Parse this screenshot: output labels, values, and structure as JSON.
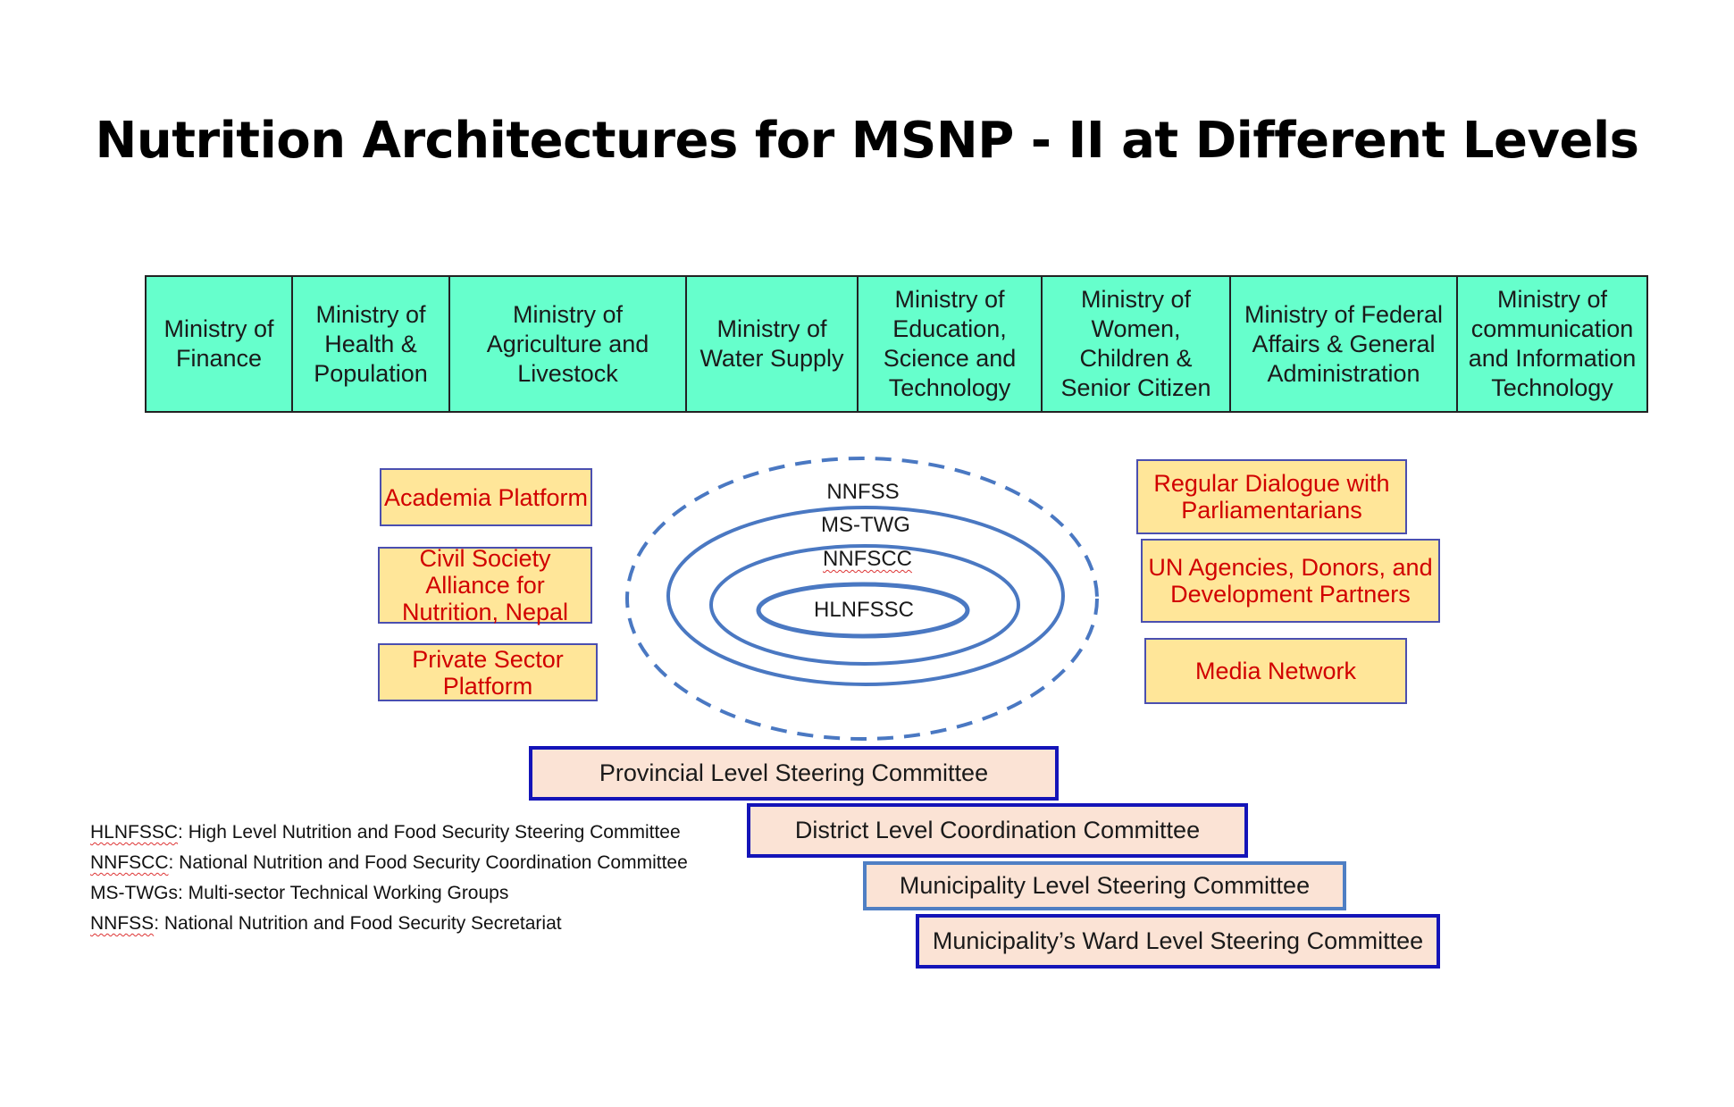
{
  "title": "Nutrition Architectures for MSNP - II at Different Levels",
  "ministries": [
    "Ministry of Finance",
    "Ministry of Health & Population",
    "Ministry of Agriculture and Livestock",
    "Ministry of Water Supply",
    "Ministry of Education, Science and Technology",
    "Ministry of Women, Children & Senior Citizen",
    "Ministry of Federal Affairs & General Administration",
    "Ministry of communication and Information Technology"
  ],
  "colors": {
    "ministry_fill": "#66ffcc",
    "platform_fill": "#ffe699",
    "platform_text": "#d10000",
    "committee_fill": "#fbe3d5",
    "committee_border": "#1414b8",
    "ring_stroke": "#4a78c2"
  },
  "left_platforms": [
    "Academia Platform",
    "Civil Society Alliance for Nutrition, Nepal",
    "Private Sector Platform"
  ],
  "right_platforms": [
    "Regular Dialogue with Parliamentarians",
    "UN Agencies, Donors, and Development Partners",
    "Media Network"
  ],
  "rings": {
    "outer": "NNFSS",
    "second": "MS-TWG",
    "third": "NNFSCC",
    "inner": "HLNFSSC"
  },
  "committees": [
    "Provincial Level Steering Committee",
    "District Level Coordination Committee",
    "Municipality Level Steering Committee",
    "Municipality’s Ward Level Steering Committee"
  ],
  "legend": [
    {
      "abbr": "HLNFSSC",
      "text": ": High Level Nutrition and Food Security Steering Committee"
    },
    {
      "abbr": "NNFSCC",
      "text": ": National Nutrition and Food Security Coordination Committee"
    },
    {
      "abbr": "MS-TWGs",
      "text": ": Multi-sector Technical Working Groups"
    },
    {
      "abbr": "NNFSS",
      "text": ": National Nutrition and Food Security Secretariat"
    }
  ]
}
